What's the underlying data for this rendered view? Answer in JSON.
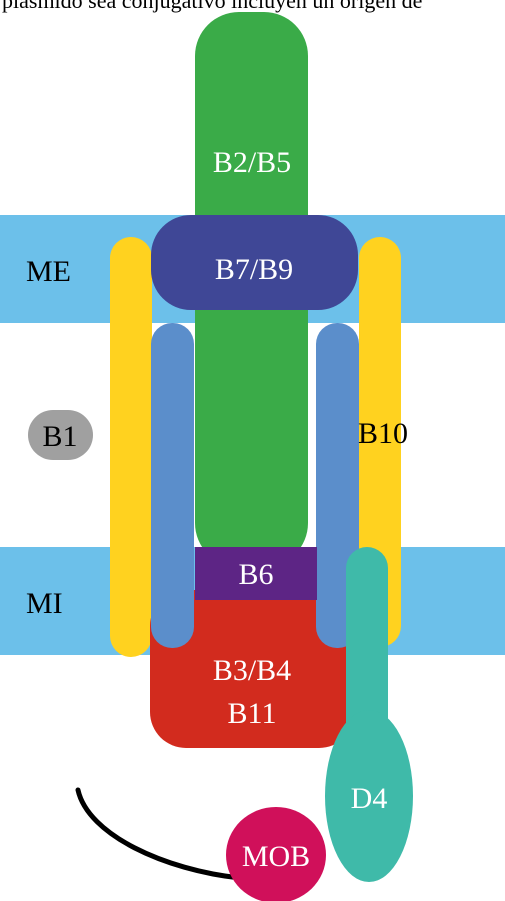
{
  "caption": "plásmido sea conjugativo incluyen un origen de",
  "membranes": {
    "outer": {
      "label": "ME",
      "color": "#6cc0ea"
    },
    "inner": {
      "label": "MI",
      "color": "#6cc0ea"
    }
  },
  "components": {
    "b2b5": {
      "label": "B2/B5",
      "color": "#3aab48"
    },
    "b7b9": {
      "label": "B7/B9",
      "color": "#3f4796"
    },
    "b6": {
      "label": "B6",
      "color": "#5d2585"
    },
    "b3b4b11": {
      "line1": "B3/B4",
      "line2": "B11",
      "color": "#d22b1e"
    },
    "b8": {
      "color": "#5b8ecb"
    },
    "b10": {
      "label": "B10",
      "color": "#ffd21f"
    },
    "b1": {
      "label": "B1",
      "color": "#a0a0a0"
    },
    "d4": {
      "label": "D4",
      "color": "#3fbaa9"
    },
    "mob": {
      "label": "MOB",
      "color": "#d0105a"
    },
    "dna": {
      "color": "#000000"
    }
  }
}
